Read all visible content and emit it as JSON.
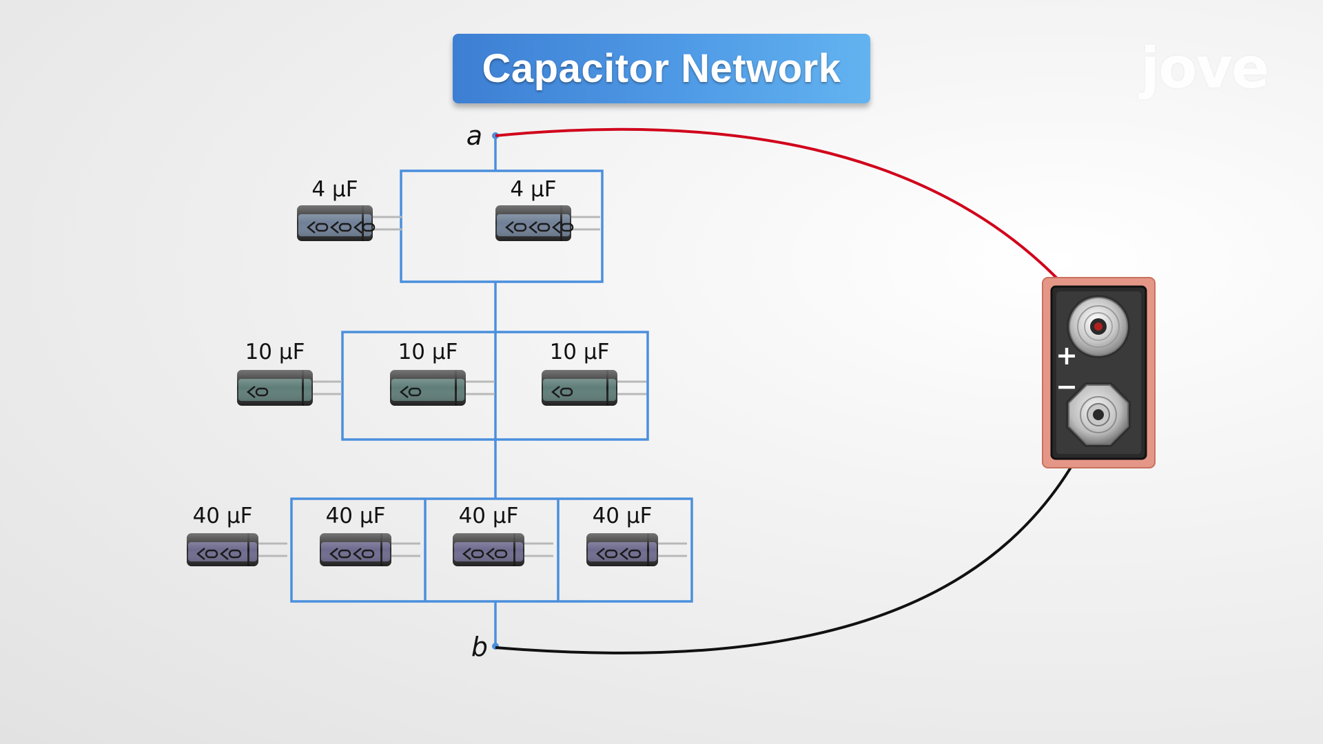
{
  "title": "Capacitor Network",
  "logo_text": "jove",
  "nodes": {
    "a": "a",
    "b": "b"
  },
  "battery": {
    "plus": "+",
    "minus": "−"
  },
  "rows": [
    {
      "labels": [
        "4 μF",
        "4 μF"
      ]
    },
    {
      "labels": [
        "10 μF",
        "10 μF",
        "10 μF"
      ]
    },
    {
      "labels": [
        "40 μF",
        "40 μF",
        "40 μF",
        "40 μF"
      ]
    }
  ],
  "colors": {
    "wire_blue": "#4a8fdd",
    "wire_red": "#d0021b",
    "wire_black": "#111111",
    "cap_row1": "#6f7f96",
    "cap_row2": "#5f7d78",
    "cap_row3": "#6e6a8e",
    "battery_case": "#e59787"
  }
}
